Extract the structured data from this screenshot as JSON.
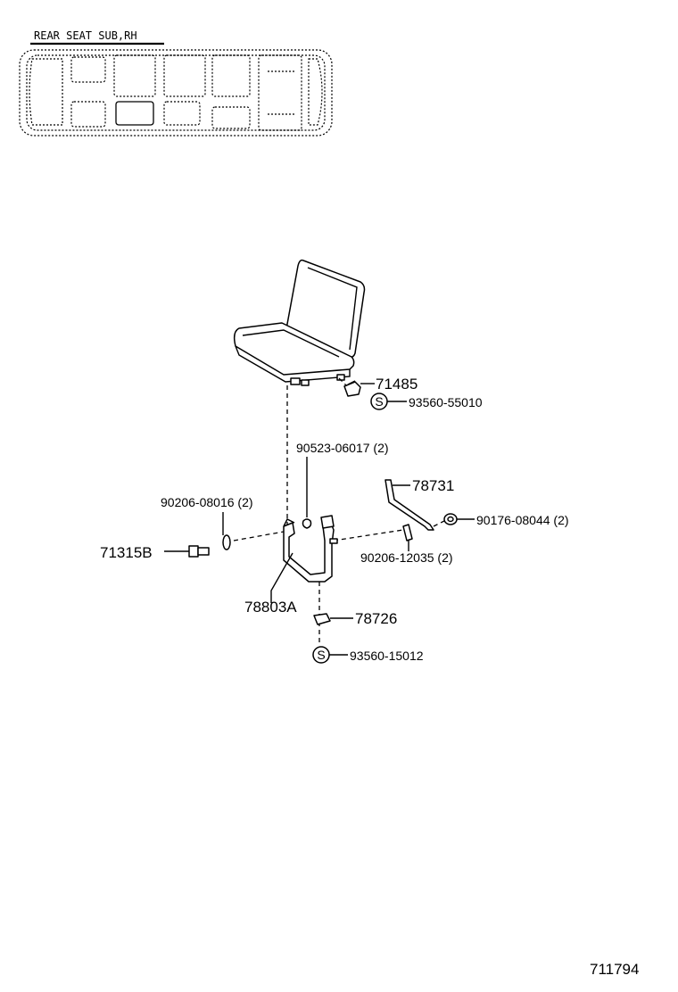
{
  "header": {
    "title": "REAR SEAT  SUB,RH"
  },
  "parts": {
    "p71485": "71485",
    "p93560_55010": "93560-55010",
    "p90523_06017": "90523-06017 (2)",
    "p78731": "78731",
    "p90206_08016": "90206-08016 (2)",
    "p90176_08044": "90176-08044 (2)",
    "p71315B": "71315B",
    "p90206_12035": "90206-12035 (2)",
    "p78803A": "78803A",
    "p78726": "78726",
    "p93560_15012": "93560-15012"
  },
  "symbols": {
    "s_mark": "S"
  },
  "footer": {
    "ref_number": "711794"
  }
}
